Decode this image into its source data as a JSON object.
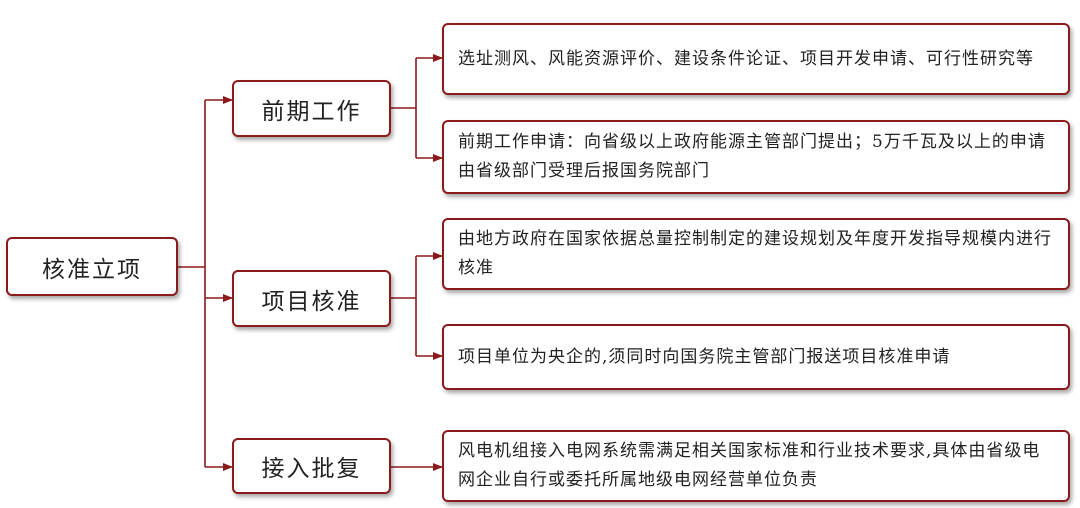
{
  "root": {
    "label": "核准立项"
  },
  "stages": [
    {
      "label": "前期工作",
      "details": [
        "选址测风、风能资源评价、建设条件论证、项目开发申请、可行性研究等",
        "前期工作申请：向省级以上政府能源主管部门提出；5万千瓦及以上的申请由省级部门受理后报国务院部门"
      ]
    },
    {
      "label": "项目核准",
      "details": [
        "由地方政府在国家依据总量控制制定的建设规划及年度开发指导规模内进行核准",
        "项目单位为央企的,须同时向国务院主管部门报送项目核准申请"
      ]
    },
    {
      "label": "接入批复",
      "details": [
        "风电机组接入电网系统需满足相关国家标准和行业技术要求,具体由省级电网企业自行或委托所属地级电网经营单位负责"
      ]
    }
  ],
  "colors": {
    "line": "#8b1a1a",
    "border": "#8b1a1a",
    "text": "#222222"
  }
}
